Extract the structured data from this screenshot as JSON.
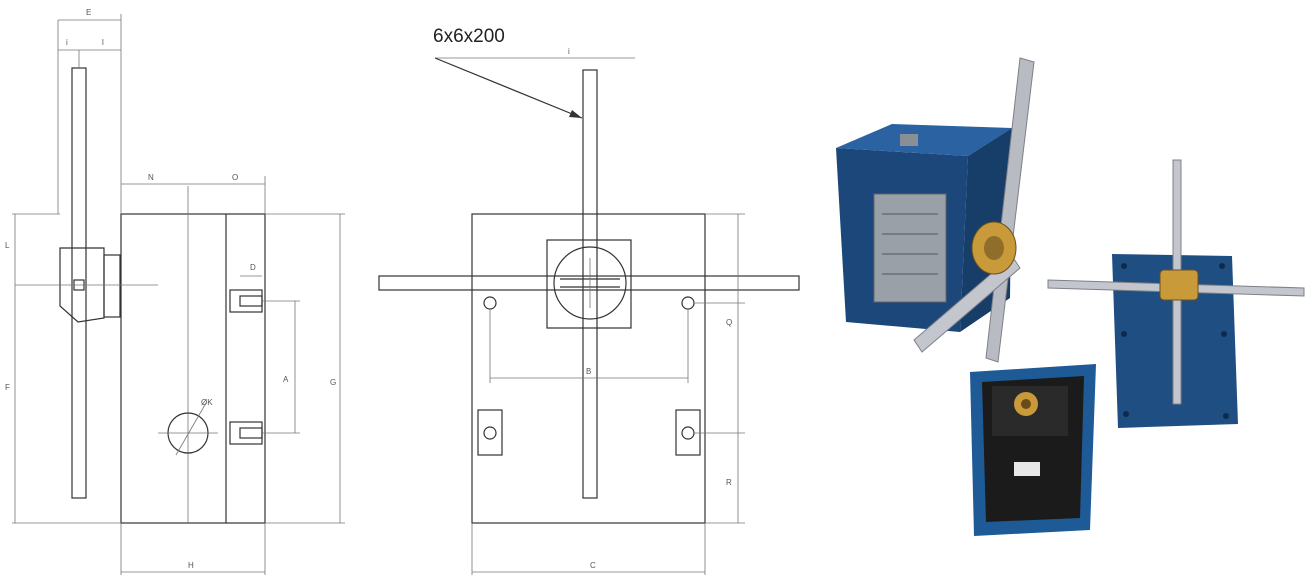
{
  "drawing_left": {
    "dims": {
      "top_E": "E",
      "top_i": "i",
      "top_l": "l",
      "n": "N",
      "o": "O",
      "left_L": "L",
      "left_F": "F",
      "right_G": "G",
      "small_D": "D",
      "small_A": "A",
      "dia": "ØK",
      "bottom_H": "H"
    }
  },
  "drawing_middle": {
    "callout": "6x6x200",
    "dims": {
      "top_i": "i",
      "right_Q": "Q",
      "right_R": "R",
      "mid_B": "B",
      "bottom_C": "C"
    }
  },
  "photos": {
    "colors": {
      "housing_blue": "#1d4f86",
      "steel": "#b8bcc2",
      "brass": "#c89a3a",
      "cover_inner": "#1b1b1b"
    }
  }
}
